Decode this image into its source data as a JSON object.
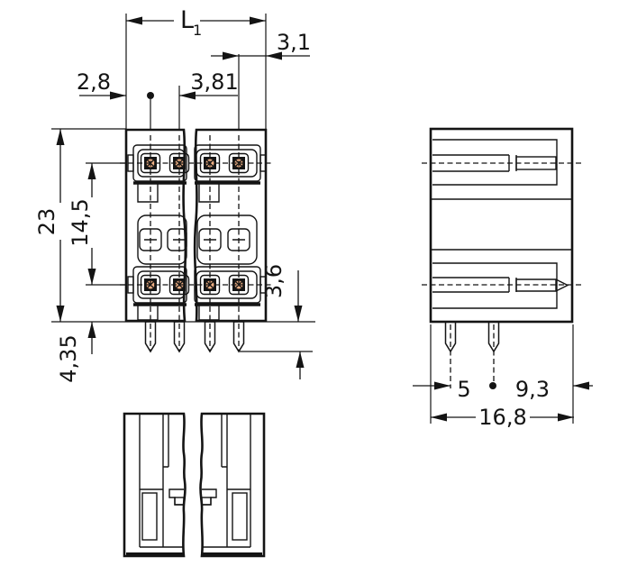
{
  "drawing": {
    "kind": "connector dimensional drawing",
    "views": [
      "front",
      "side",
      "bottom"
    ]
  },
  "colors": {
    "body_orange": "#e8622c",
    "pin_tan": "#f0b084",
    "slot_tan": "#f3c49c",
    "contact_black": "#141414",
    "line_black": "#141414",
    "background": "#ffffff"
  },
  "dimensions": {
    "front": {
      "length_main": "L",
      "length_sub": "1",
      "edge_right": "3,1",
      "edge_left": "2,8",
      "pitch": "3,81",
      "height": "23",
      "row_spacing": "14,5",
      "row_to_bottom": "4,35",
      "pin_length": "3,6"
    },
    "side": {
      "pin_spacing": "5",
      "pin_to_edge": "9,3",
      "depth": "16,8"
    }
  }
}
